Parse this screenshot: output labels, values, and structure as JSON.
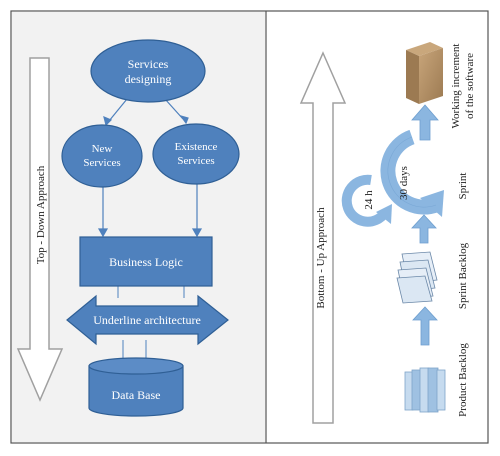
{
  "left_panel": {
    "side_arrow_label": "Top - Down Approach",
    "nodes": {
      "services_designing": [
        "Services",
        "designing"
      ],
      "new_services": [
        "New",
        "Services"
      ],
      "existence_services": [
        "Existence",
        "Services"
      ],
      "business_logic": "Business Logic",
      "underline_architecture": "Underline architecture",
      "data_base": "Data Base"
    }
  },
  "right_panel": {
    "side_arrow_label": "Bottom - Up Approach",
    "labels": {
      "daily_cycle": "24 h",
      "sprint_cycle": "30 days",
      "product_backlog": "Product Backlog",
      "sprint_backlog": "Sprint Backlog",
      "sprint": "Sprint",
      "working_increment": [
        "Working increment",
        "of the software"
      ]
    }
  },
  "colors": {
    "node_fill": "#4f81bd",
    "node_stroke": "#2f5f95",
    "arrow_blue": "#8bb6e0",
    "light_blue": "#b7d2ee",
    "box_brown": "#b08d63",
    "outline_gray": "#a0a0a0",
    "frame_border": "#555555",
    "panel_bg": "#f2f2f2"
  }
}
